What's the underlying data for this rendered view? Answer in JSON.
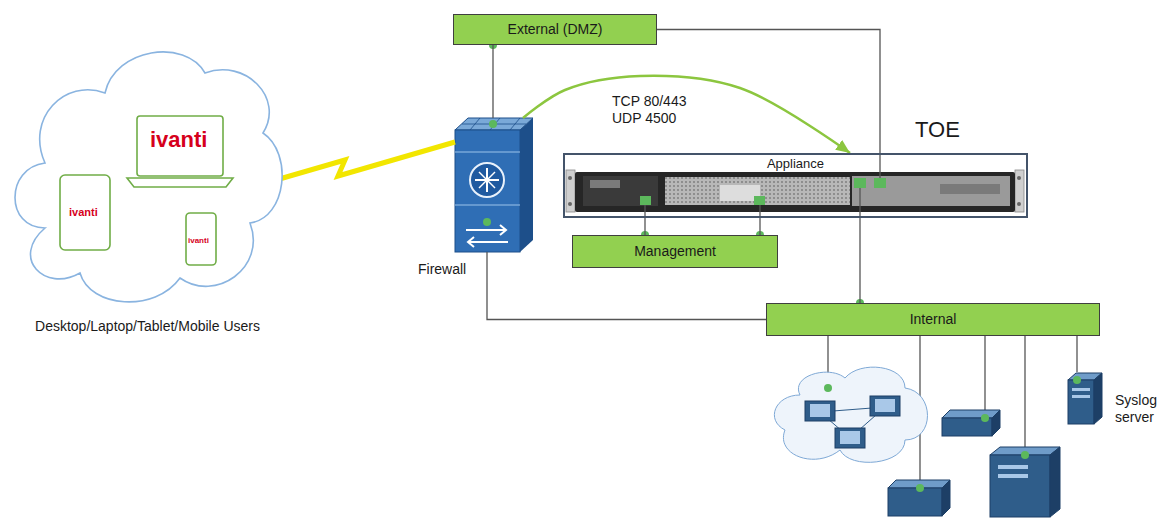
{
  "diagram": {
    "nodes": [
      {
        "text": [
          "External (DMZ)"
        ]
      },
      {
        "text": [
          "Firewall"
        ]
      },
      {
        "text": [
          "TOE",
          "Appliance"
        ]
      },
      {
        "text": [
          "Management"
        ]
      },
      {
        "text": [
          "Internal"
        ]
      },
      {
        "text": [
          "Desktop/Laptop/Tablet/Mobile Users"
        ]
      },
      {
        "text": [
          "Syslog server"
        ]
      }
    ],
    "edges": [
      {
        "from": 0,
        "to": 1,
        "arrow": "none"
      },
      {
        "from": 0,
        "to": 2,
        "arrow": "none"
      },
      {
        "from": 1,
        "to": 2,
        "arrow": "to",
        "label": "TCP 80/443 UDP 4500"
      },
      {
        "from": 5,
        "to": 1,
        "arrow": "none"
      },
      {
        "from": 2,
        "to": 3,
        "arrow": "none"
      },
      {
        "from": 2,
        "to": 3,
        "arrow": "none"
      },
      {
        "from": 1,
        "to": 4,
        "arrow": "none"
      },
      {
        "from": 2,
        "to": 4,
        "arrow": "none"
      },
      {
        "from": 4,
        "to": 6,
        "arrow": "none"
      }
    ],
    "labels": [
      "ivanti",
      "ivanti",
      "ivanti"
    ]
  }
}
